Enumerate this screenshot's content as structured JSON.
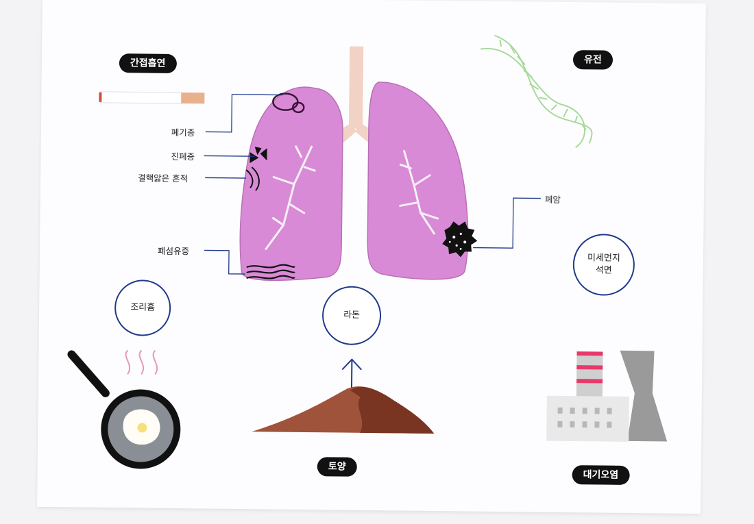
{
  "risk_factors": {
    "secondhand_smoke": "간접흡연",
    "genetics": "유전",
    "soil": "토양",
    "air_pollution": "대기오염",
    "cooking_fumes": "조리흄",
    "radon": "라돈",
    "fine_dust_asbestos_line1": "미세먼지",
    "fine_dust_asbestos_line2": "석면"
  },
  "lung_conditions": {
    "emphysema": "폐기종",
    "pneumoconiosis": "진폐증",
    "tuberculosis_scar": "결핵앓은 흔적",
    "pulmonary_fibrosis": "폐섬유증",
    "lung_cancer": "폐암"
  },
  "colors": {
    "lung": "#d98ad6",
    "lung_outline": "#9a4c99",
    "bronchi": "#f6f0f6",
    "trachea": "#f2d2c4",
    "pill_bg": "#111111",
    "circle_border": "#1f3a8a",
    "leader_line": "#1f3a8a",
    "soil_light": "#a0533b",
    "soil_dark": "#7a3422",
    "dna": "#a8d99b",
    "factory_stripe": "#e8396a",
    "factory_gray": "#9a9a9a"
  },
  "icons": [
    "cigarette-icon",
    "dna-icon",
    "frying-pan-icon",
    "steam-icon",
    "soil-mound-icon",
    "up-arrow-icon",
    "factory-icon",
    "lungs-icon",
    "tumor-icon"
  ]
}
